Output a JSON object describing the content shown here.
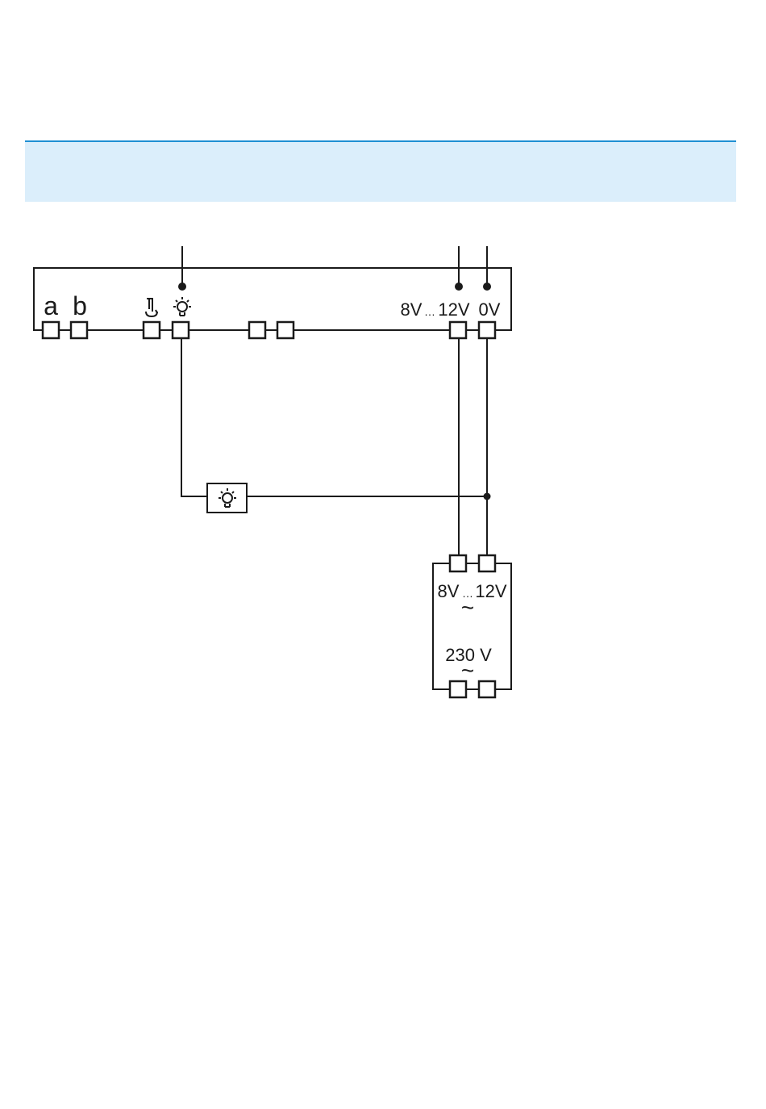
{
  "colors": {
    "banner_background": "#dbeefb",
    "banner_border": "#1f8fd3",
    "line": "#1a1a1a"
  },
  "module": {
    "terminal_a": "a",
    "terminal_b": "b",
    "terminal_supply": "8V",
    "terminal_supply_sep": "…",
    "terminal_supply_max": "12V",
    "terminal_ground": "0V",
    "icon_door_opener": "door-opener-icon",
    "icon_light": "light-bulb-icon"
  },
  "transformer": {
    "output_min": "8V",
    "output_sep": "…",
    "output_max": "12V",
    "output_symbol": "~",
    "input_voltage": "230 V",
    "input_symbol": "~"
  },
  "lamp": {
    "icon": "light-bulb-icon"
  }
}
